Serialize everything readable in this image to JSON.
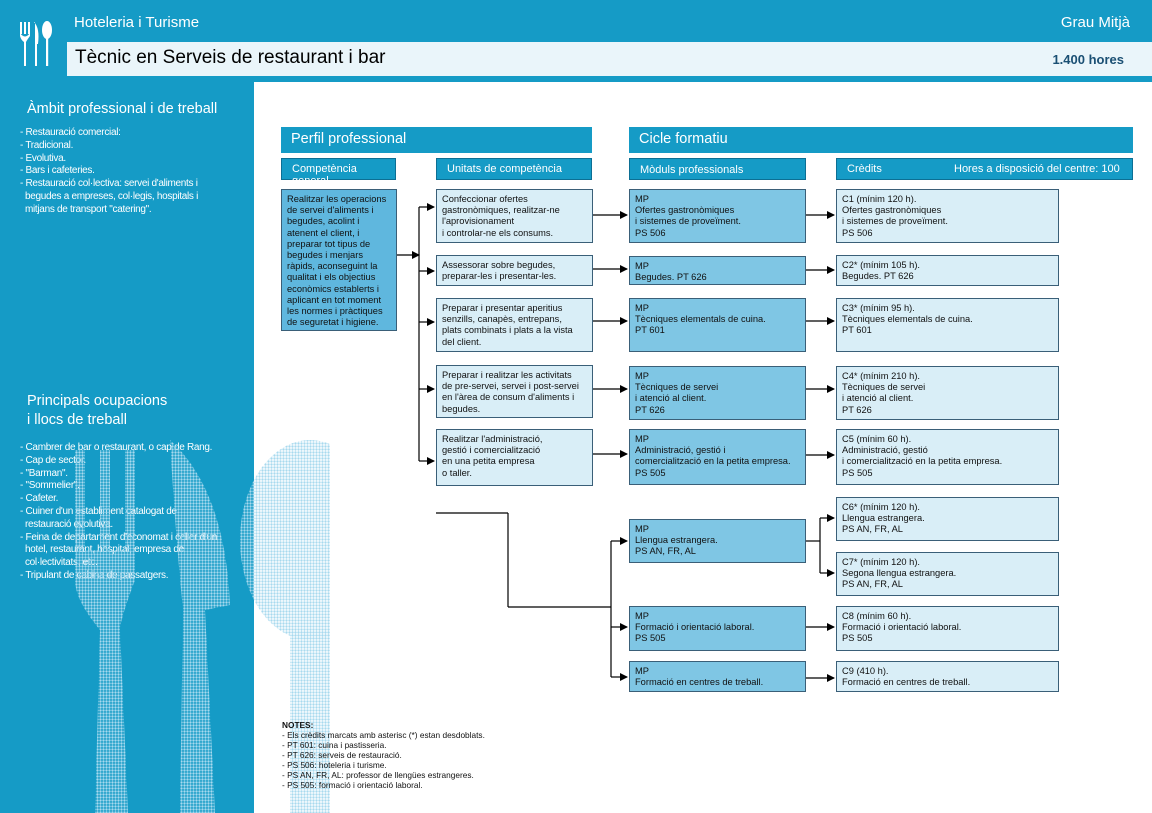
{
  "header": {
    "sector": "Hoteleria i Turisme",
    "level": "Grau Mitjà",
    "course": "Tècnic en Serveis de restaurant i bar",
    "hours": "1.400 hores"
  },
  "colors": {
    "brand": "#159bc6",
    "box_light": "#d9eef7",
    "box_mid": "#7fc6e4",
    "box_cg": "#5fb7de"
  },
  "icons": {
    "logo": "cutlery-icon",
    "watermark": "cutlery-watermark-icon"
  },
  "left": {
    "ambit_title": "Àmbit professional i de treball",
    "ambit_items": [
      "- Restauració comercial:",
      "- Tradicional.",
      "- Evolutiva.",
      "- Bars i cafeteries.",
      "- Restauració col·lectiva: servei d'aliments i",
      "  begudes a empreses, col·legis, hospitals i",
      "  mitjans de transport \"catering\"."
    ],
    "ocupacions_title_1": "Principals ocupacions",
    "ocupacions_title_2": "i llocs de treball",
    "ocupacions_items": [
      "- Cambrer de bar o restaurant, o cap de Rang.",
      "- Cap de sector.",
      "- \"Barman\".",
      "- \"Sommelier\".",
      "- Cafeter.",
      "- Cuiner d'un establiment catalogat de",
      "  restauració evolutiva.",
      "- Feina de departament d'economat i celler d'un",
      "  hotel, restaurant, hospital, empresa de",
      "  col·lectivitats, etc.",
      "- Tripulant de cabina de passatgers."
    ]
  },
  "sections": {
    "perfil": "Perfil professional",
    "cicle": "Cicle formatiu",
    "competencia_general": "Competència general",
    "unitats": "Unitats de competència",
    "moduls": "Mòduls professionals",
    "credits": "Crèdits",
    "hores_centre": "Hores a disposició del centre: 100"
  },
  "competencia_text": [
    "Realitzar les operacions",
    "de servei d'aliments i",
    "begudes, acolint i",
    "atenent el client, i",
    "preparar tot tipus de",
    "begudes i menjars",
    "ràpids, aconseguint la",
    "qualitat i els objectius",
    "econòmics establerts i",
    "aplicant en tot moment",
    "les normes i pràctiques",
    "de seguretat i higiene."
  ],
  "unitats": [
    {
      "lines": [
        "Confeccionar ofertes",
        "gastronòmiques, realitzar-ne",
        "l'aprovisionament",
        "i controlar-ne els consums."
      ]
    },
    {
      "lines": [
        "Assessorar sobre begudes,",
        "preparar-les i presentar-les."
      ]
    },
    {
      "lines": [
        "Preparar i presentar aperitius",
        "senzills, canapès, entrepans,",
        "plats combinats i plats a la vista",
        "del client."
      ]
    },
    {
      "lines": [
        "Preparar i realitzar les activitats",
        "de pre-servei, servei i post-servei",
        "en l'àrea de consum d'aliments i",
        "begudes."
      ]
    },
    {
      "lines": [
        "Realitzar l'administració,",
        "gestió i comercialització",
        "en una petita empresa",
        "o taller."
      ]
    }
  ],
  "moduls": [
    {
      "lines": [
        "MP",
        "Ofertes gastronòmiques",
        "i sistemes de proveïment.",
        "PS 506"
      ]
    },
    {
      "lines": [
        "MP",
        "Begudes. PT 626"
      ]
    },
    {
      "lines": [
        "MP",
        "Tècniques elementals de cuina.",
        "PT 601"
      ]
    },
    {
      "lines": [
        "MP",
        "Tècniques de servei",
        "i atenció al client.",
        "PT 626"
      ]
    },
    {
      "lines": [
        "MP",
        "Administració, gestió i",
        "comercialització en la petita empresa.",
        "PS 505"
      ]
    },
    {
      "lines": [
        "MP",
        "Llengua estrangera.",
        "PS AN, FR, AL"
      ]
    },
    {
      "lines": [
        "MP",
        "Formació i orientació laboral.",
        "PS 505"
      ]
    },
    {
      "lines": [
        "MP",
        "Formació en centres de treball."
      ]
    }
  ],
  "credits": [
    {
      "lines": [
        "C1 (mínim 120 h).",
        "Ofertes gastronòmiques",
        "i sistemes de proveïment.",
        "PS 506"
      ]
    },
    {
      "lines": [
        "C2* (mínim 105 h).",
        "Begudes. PT 626"
      ]
    },
    {
      "lines": [
        "C3* (mínim 95 h).",
        "Tècniques elementals de cuina.",
        "PT 601"
      ]
    },
    {
      "lines": [
        "C4* (mínim 210 h).",
        "Tècniques de servei",
        "i atenció al client.",
        "PT 626"
      ]
    },
    {
      "lines": [
        "C5 (mínim 60 h).",
        "Administració, gestió",
        "i comercialització en la petita empresa.",
        "PS 505"
      ]
    },
    {
      "lines": [
        "C6* (mínim 120 h).",
        "Llengua estrangera.",
        "PS AN, FR, AL"
      ]
    },
    {
      "lines": [
        "C7* (mínim 120 h).",
        "Segona llengua estrangera.",
        "PS AN, FR, AL"
      ]
    },
    {
      "lines": [
        "C8 (mínim 60 h).",
        "Formació i orientació laboral.",
        "PS 505"
      ]
    },
    {
      "lines": [
        "C9 (410 h).",
        "Formació en centres de treball."
      ]
    }
  ],
  "notes": {
    "title": "NOTES:",
    "items": [
      "- Els crèdits marcats amb asterisc (*) estan desdoblats.",
      "- PT 601: cuina i pastisseria.",
      "- PT 626: serveis de restauració.",
      "- PS 506: hoteleria i turisme.",
      "- PS AN, FR, AL: professor de llengües estrangeres.",
      "- PS 505: formació i orientació laboral."
    ]
  }
}
